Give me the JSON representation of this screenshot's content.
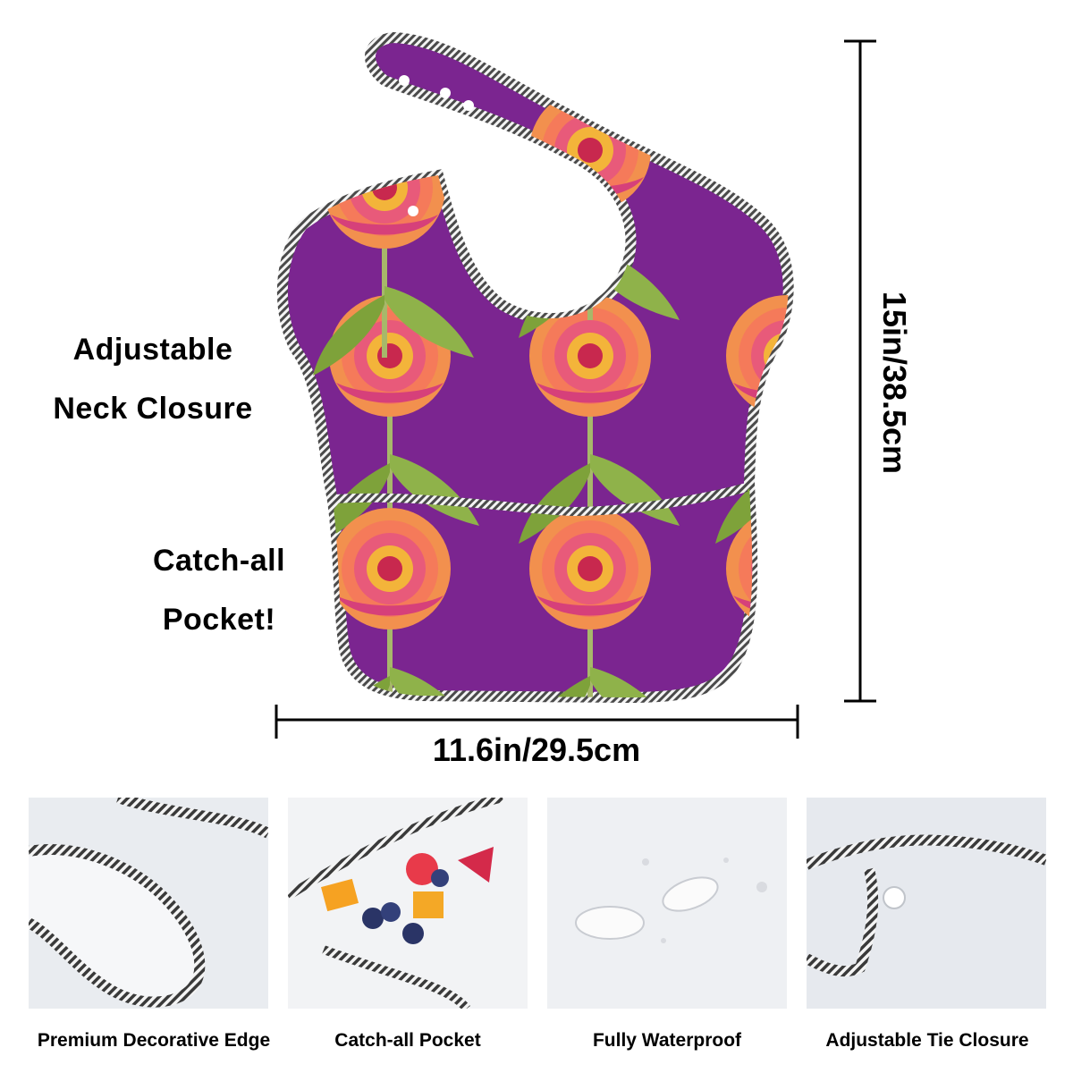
{
  "callouts": {
    "neck_line1": "Adjustable",
    "neck_line2": "Neck Closure",
    "pocket_line1": "Catch-all",
    "pocket_line2": "Pocket!"
  },
  "dimensions": {
    "width": "11.6in/29.5cm",
    "height": "15in/38.5cm"
  },
  "colors": {
    "bib_fabric": "#7b2590",
    "trim": "#8a8a8a",
    "flower_outer": "#f0804a",
    "flower_inner": "#e0306a",
    "leaf": "#7ea23a"
  },
  "features": [
    {
      "caption": "Premium Decorative Edge",
      "icon": "striped-edge-closeup"
    },
    {
      "caption": "Catch-all Pocket",
      "icon": "fruit-in-pocket"
    },
    {
      "caption": "Fully Waterproof",
      "icon": "water-droplets"
    },
    {
      "caption": "Adjustable Tie Closure",
      "icon": "snap-button-closeup"
    }
  ]
}
